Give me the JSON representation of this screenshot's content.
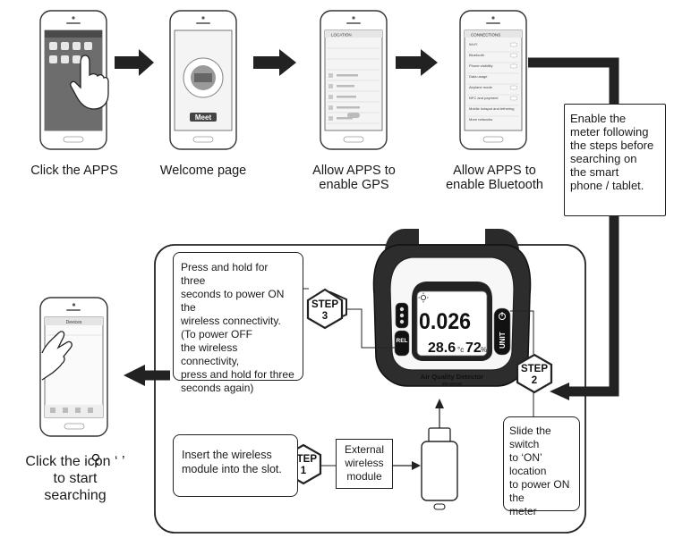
{
  "steps_top": [
    {
      "caption": "Click the APPS"
    },
    {
      "caption": "Welcome page"
    },
    {
      "caption_lines": [
        "Allow APPS to",
        "enable GPS"
      ]
    },
    {
      "caption_lines": [
        "Allow APPS to",
        "enable Bluetooth"
      ]
    }
  ],
  "enable_note": [
    "Enable the",
    "meter following",
    "the steps before",
    "searching on",
    "the smart",
    "phone / tablet."
  ],
  "step3": {
    "label_a": "STEP",
    "label_b": "3",
    "text": [
      "Press and hold for three",
      "seconds to power ON the",
      "wireless connectivity.",
      "(To power OFF",
      "the wireless connectivity,",
      "press and hold for three",
      "seconds again)"
    ]
  },
  "step2": {
    "label_a": "STEP",
    "label_b": "2",
    "text": [
      "Slide the switch",
      "to ‘ON’ location",
      "to power ON the",
      "meter"
    ]
  },
  "step1": {
    "label_a": "STEP",
    "label_b": "1",
    "text": [
      "Insert the wireless",
      "module into the slot."
    ]
  },
  "external_module": [
    "External",
    "wireless",
    "module"
  ],
  "click_icon": [
    "Click the icon ‘ ’",
    "to start",
    "searching"
  ],
  "device": {
    "reading_main": "0.026",
    "reading_temp": "28.6",
    "temp_unit": "°c",
    "reading_hum": "72",
    "hum_unit": "%",
    "rel_label": "REL",
    "unit_label": "UNIT",
    "product_name": "Air Quality Detector",
    "model": "MS-WAQD"
  },
  "phone_screens": {
    "gps_header": "LOCATION",
    "bt_header": "CONNECTIONS",
    "bt_items": [
      "Wi-Fi",
      "Bluetooth",
      "Phone visibility",
      "Data usage",
      "Airplane mode",
      "NFC and payment",
      "Mobile hotspot and tethering",
      "More networks"
    ],
    "search_title": "Devices",
    "welcome_logo": "Meet"
  }
}
